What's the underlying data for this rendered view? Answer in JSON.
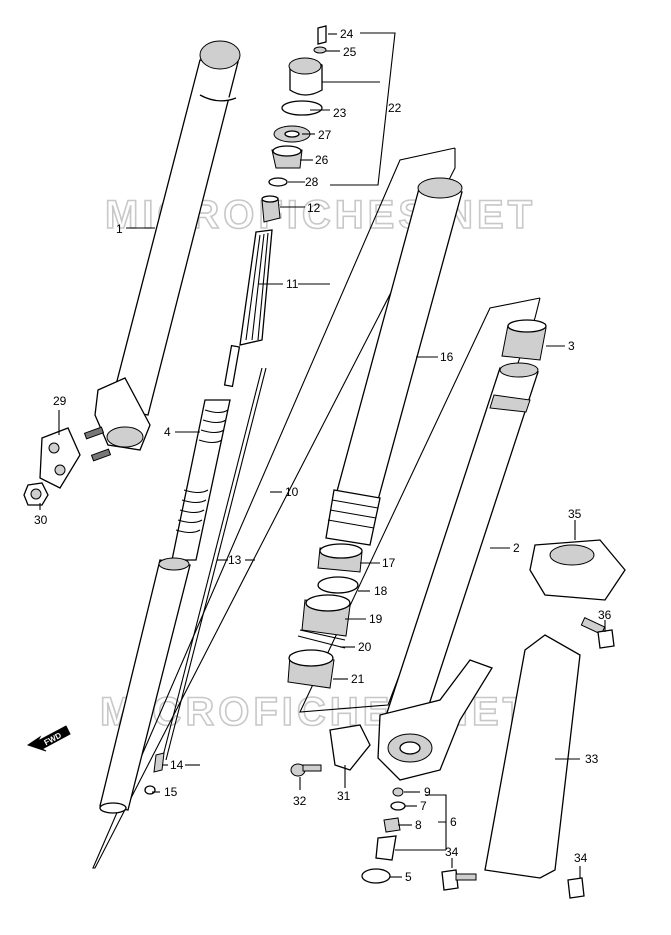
{
  "watermarks": [
    "MICROFICHES.NET",
    "MICROFICHES.NET"
  ],
  "direction_badge": "FWD",
  "callouts": [
    {
      "id": "c24",
      "text": "24"
    },
    {
      "id": "c25",
      "text": "25"
    },
    {
      "id": "c22",
      "text": "22"
    },
    {
      "id": "c23",
      "text": "23"
    },
    {
      "id": "c27",
      "text": "27"
    },
    {
      "id": "c26",
      "text": "26"
    },
    {
      "id": "c28",
      "text": "28"
    },
    {
      "id": "c12",
      "text": "12"
    },
    {
      "id": "c1",
      "text": "1"
    },
    {
      "id": "c11",
      "text": "11"
    },
    {
      "id": "c3",
      "text": "3"
    },
    {
      "id": "c16",
      "text": "16"
    },
    {
      "id": "c29",
      "text": "29"
    },
    {
      "id": "c4",
      "text": "4"
    },
    {
      "id": "c10",
      "text": "10"
    },
    {
      "id": "c30",
      "text": "30"
    },
    {
      "id": "c35",
      "text": "35"
    },
    {
      "id": "c2",
      "text": "2"
    },
    {
      "id": "c17",
      "text": "17"
    },
    {
      "id": "c13",
      "text": "13"
    },
    {
      "id": "c18",
      "text": "18"
    },
    {
      "id": "c19",
      "text": "19"
    },
    {
      "id": "c36",
      "text": "36"
    },
    {
      "id": "c20",
      "text": "20"
    },
    {
      "id": "c21",
      "text": "21"
    },
    {
      "id": "c33",
      "text": "33"
    },
    {
      "id": "c14",
      "text": "14"
    },
    {
      "id": "c15",
      "text": "15"
    },
    {
      "id": "c9",
      "text": "9"
    },
    {
      "id": "c7",
      "text": "7"
    },
    {
      "id": "c32",
      "text": "32"
    },
    {
      "id": "c31",
      "text": "31"
    },
    {
      "id": "c8",
      "text": "8"
    },
    {
      "id": "c6",
      "text": "6"
    },
    {
      "id": "c34a",
      "text": "34"
    },
    {
      "id": "c34b",
      "text": "34"
    },
    {
      "id": "c5",
      "text": "5"
    }
  ]
}
